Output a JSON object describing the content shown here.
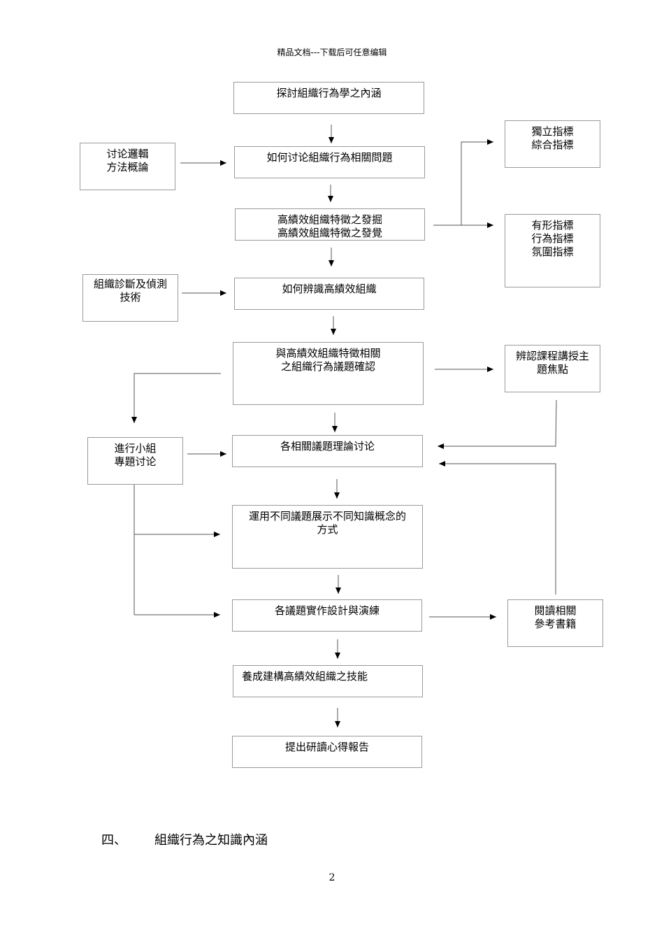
{
  "header": "精品文档---下载后可任意编辑",
  "flow": {
    "main": [
      "探討組織行為學之內涵",
      "如何讨论組織行為相關問題",
      "高績效組織特徵之發掘\n高績效組織特徵之發覺",
      "如何辨識高績效組織",
      "與高績效組織特徵相關\n之組織行為議題確認",
      "各相關議題理論讨论",
      "運用不同議題展示不同知識概念的\n方式",
      "各議題實作設計與演練",
      "養成建構高績效組織之技能",
      "提出研讀心得報告"
    ],
    "left": [
      "讨论邏輯\n方法概論",
      "組織診斷及偵測\n技術",
      "進行小組\n專題讨论"
    ],
    "right": [
      "獨立指標\n綜合指標",
      "有形指標\n行為指標\n氛圍指標",
      "辨認課程講授主\n題焦點",
      "閱讀相關\n參考書籍"
    ]
  },
  "section": {
    "number": "四、",
    "title": "組織行為之知識內涵"
  },
  "page_number": "2"
}
